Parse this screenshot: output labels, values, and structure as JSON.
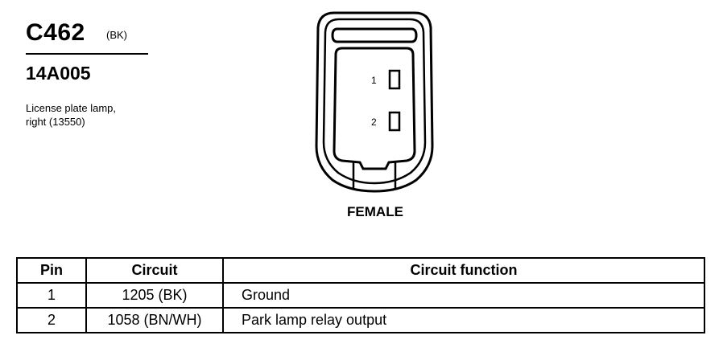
{
  "connector": {
    "id": "C462",
    "color_code": "(BK)",
    "part_number": "14A005",
    "description": "License plate lamp,\nright (13550)"
  },
  "diagram": {
    "pins": [
      {
        "label": "1"
      },
      {
        "label": "2"
      }
    ],
    "gender_label": "FEMALE"
  },
  "table": {
    "headers": {
      "pin": "Pin",
      "circuit": "Circuit",
      "function": "Circuit function"
    },
    "rows": [
      {
        "pin": "1",
        "circuit": "1205 (BK)",
        "function": "Ground"
      },
      {
        "pin": "2",
        "circuit": "1058 (BN/WH)",
        "function": "Park lamp relay output"
      }
    ]
  }
}
